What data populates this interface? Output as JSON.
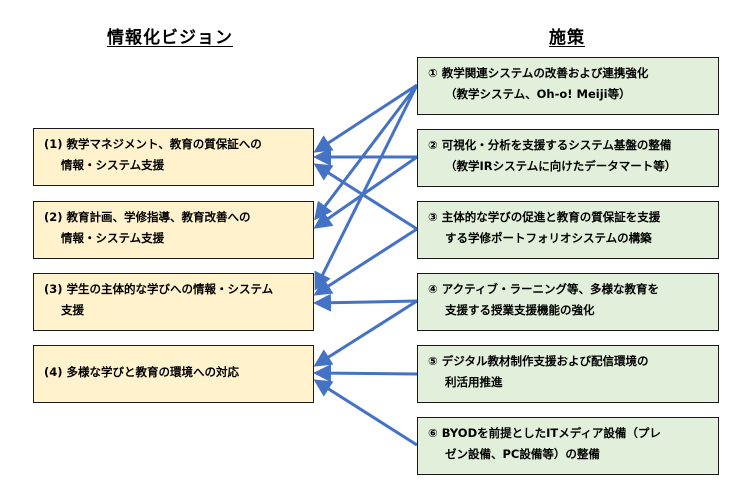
{
  "headings": {
    "vision": "情報化ビジョン",
    "policy": "施策"
  },
  "visions": [
    {
      "line1": "(1) 教学マネジメント、教育の質保証への",
      "line2": "情報・システム支援"
    },
    {
      "line1": "(2) 教育計画、学修指導、教育改善への",
      "line2": "情報・システム支援"
    },
    {
      "line1": "(3) 学生の主体的な学びへの情報・システム",
      "line2": "支援"
    },
    {
      "line1": "(4) 多様な学びと教育の環境への対応",
      "line2": ""
    }
  ],
  "policies": [
    {
      "line1": "① 教学関連システムの改善および連携強化",
      "line2": "（教学システム、Oh-o! Meiji等）"
    },
    {
      "line1": "② 可視化・分析を支援するシステム基盤の整備",
      "line2": "（教学IRシステムに向けたデータマート等）"
    },
    {
      "line1": "③ 主体的な学びの促進と教育の質保証を支援",
      "line2": "する学修ポートフォリオシステムの構築"
    },
    {
      "line1": "④ アクティブ・ラーニング等、多様な教育を",
      "line2": "支援する授業支援機能の強化"
    },
    {
      "line1": "⑤ デジタル教材制作支援および配信環境の",
      "line2": "利活用推進"
    },
    {
      "line1": "⑥ BYODを前提としたITメディア設備（プレ",
      "line2": "ゼン設備、PC設備等）の整備"
    }
  ],
  "links": [
    {
      "from": 1,
      "to": 1
    },
    {
      "from": 1,
      "to": 2
    },
    {
      "from": 1,
      "to": 3
    },
    {
      "from": 2,
      "to": 1
    },
    {
      "from": 2,
      "to": 2
    },
    {
      "from": 3,
      "to": 1
    },
    {
      "from": 3,
      "to": 3
    },
    {
      "from": 4,
      "to": 3
    },
    {
      "from": 4,
      "to": 4
    },
    {
      "from": 5,
      "to": 4
    },
    {
      "from": 6,
      "to": 4
    }
  ],
  "colors": {
    "arrow": "#4472c4",
    "vision_fill": "#fff2cc",
    "policy_fill": "#e2efda"
  }
}
